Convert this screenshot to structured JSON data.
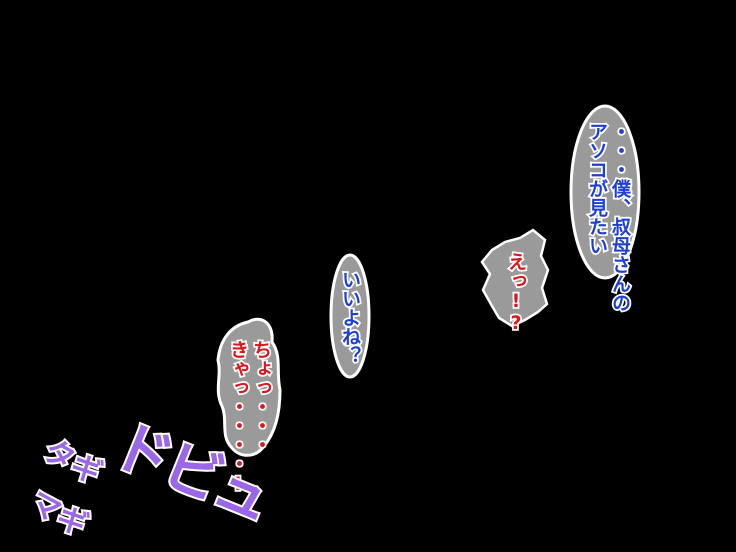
{
  "colors": {
    "background": "#000000",
    "bubble_fill": "#9a9a9a",
    "bubble_outline": "#ffffff",
    "text_blue": "#1d3fd6",
    "text_red": "#e0151c",
    "sfx_purple": "#9a66ea"
  },
  "bubbles": {
    "want_to_see": {
      "line1": "・・・僕、叔母さんの",
      "line2": "アソコが見たい"
    },
    "eh": {
      "line1": "えっ!?"
    },
    "ok": {
      "line1": "いいよね？"
    },
    "wait": {
      "line1": "ちょっ・・・",
      "line2": "きゃっ・・・・!"
    }
  },
  "sfx": {
    "dobu": "ドビュ",
    "tagi": "タギ",
    "magi": "マギ"
  }
}
